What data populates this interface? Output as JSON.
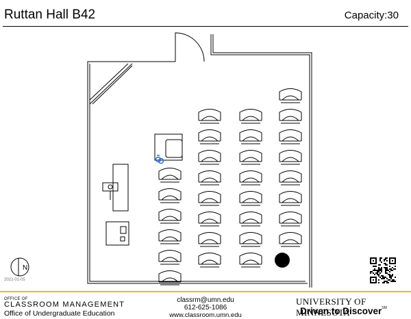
{
  "header": {
    "room_name": "Ruttan Hall B42",
    "capacity_label": "Capacity:30"
  },
  "plan": {
    "compass_letter": "N",
    "date_stamp": "2022-01-05",
    "accessible_icon": "wheelchair-icon",
    "seat_columns": [
      {
        "rows": 6
      },
      {
        "rows": 8
      },
      {
        "rows": 8
      },
      {
        "rows": 8
      }
    ]
  },
  "footer": {
    "office_of": "OFFICE OF",
    "office_name": "CLASSROOM MANAGEMENT",
    "office_sub": "Office of Undergraduate Education",
    "email": "classrm@umn.edu",
    "phone": "612-625-1086",
    "website": "www.classroom.umn.edu",
    "university": "UNIVERSITY OF MINNESOTA",
    "slogan": "Driven to Discover",
    "slogan_mark": "SM"
  },
  "colors": {
    "footer_rule": "#f0b323",
    "wheelchair": "#2f6fd6"
  }
}
